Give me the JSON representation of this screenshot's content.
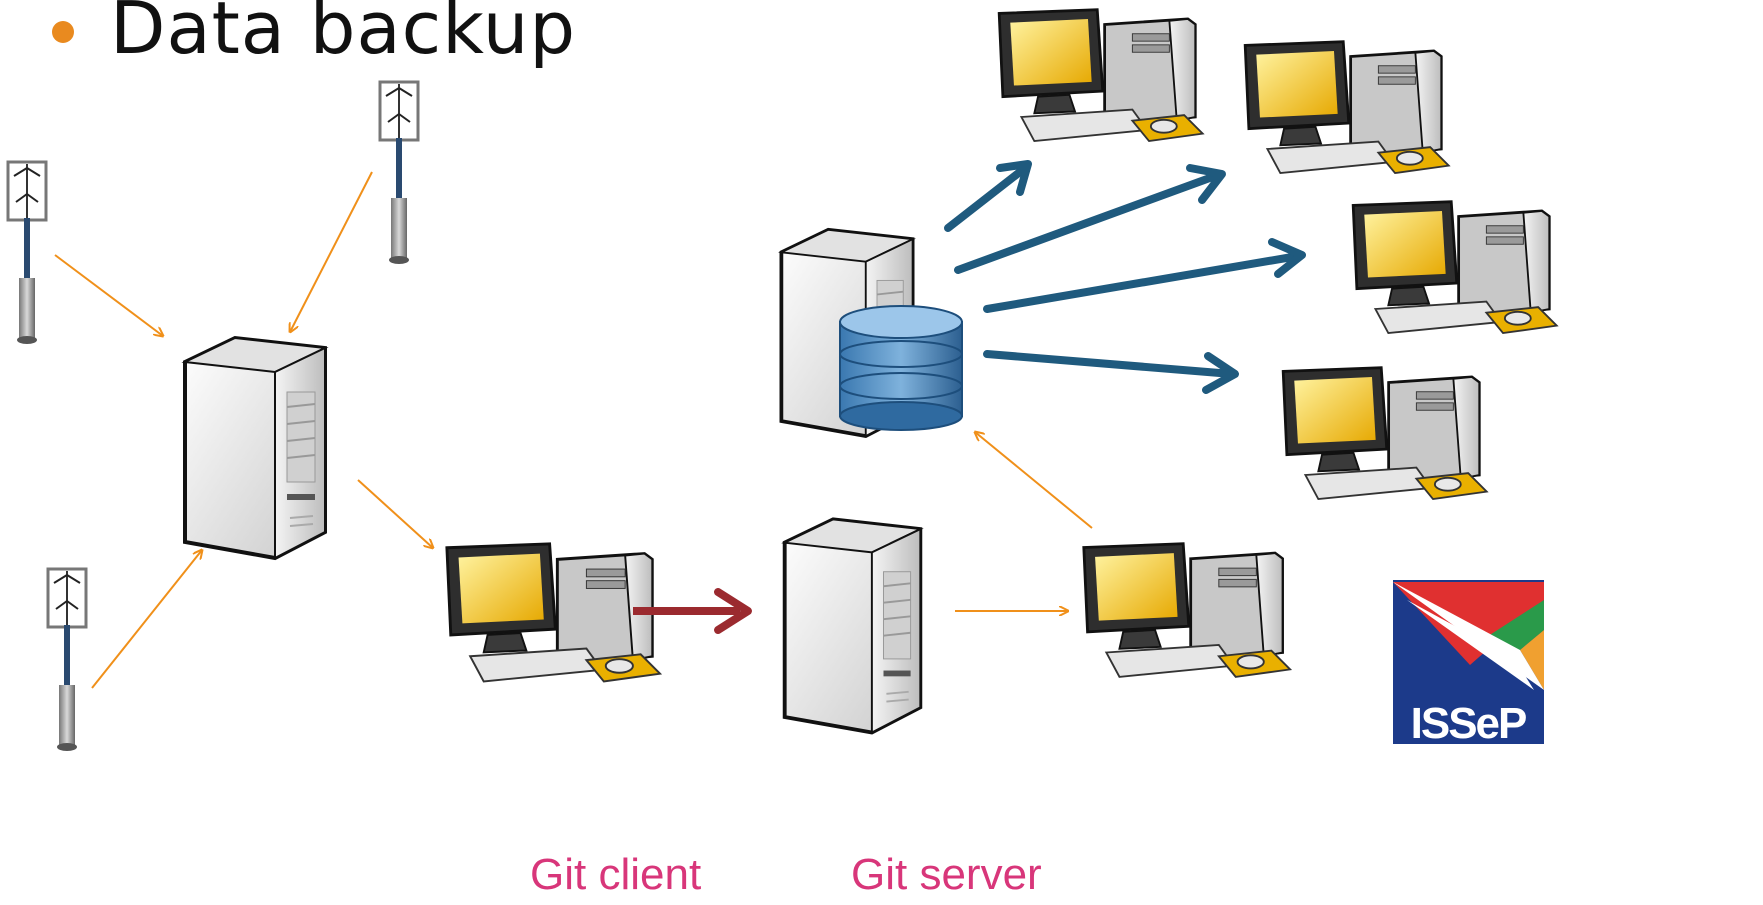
{
  "slide": {
    "bullet_title": "Data backup"
  },
  "labels": {
    "git_client": "Git client",
    "git_server": "Git server"
  },
  "logo": {
    "text": "ISSeP"
  },
  "colors": {
    "bullet": "#e98a1f",
    "thin_arrow": "#f0901a",
    "thick_arrow_blue": "#1f5a7e",
    "thick_arrow_red": "#9b2a2f",
    "caption": "#d8367a",
    "logo_blue": "#1c3a8a",
    "logo_red": "#e03030",
    "logo_green": "#2a9a4a",
    "logo_orange": "#f0a030"
  }
}
